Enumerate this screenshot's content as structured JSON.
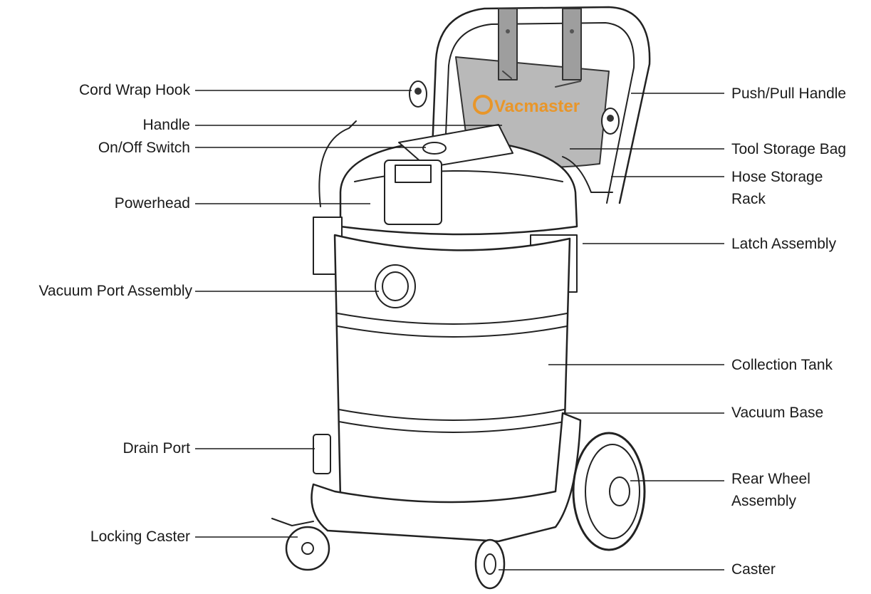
{
  "brand": {
    "logo_text": "Vacmaster",
    "accent_color": "#e8962a"
  },
  "colors": {
    "line": "#1a1a1a",
    "bag_fill": "#b9b9b9",
    "stroke": "#222222"
  },
  "labels_left": [
    {
      "id": "cord-wrap-hook",
      "text": "Cord Wrap Hook"
    },
    {
      "id": "handle",
      "text": "Handle"
    },
    {
      "id": "on-off-switch",
      "text": "On/Off Switch"
    },
    {
      "id": "powerhead",
      "text": "Powerhead"
    },
    {
      "id": "vacuum-port-assembly",
      "text": "Vacuum Port Assembly"
    },
    {
      "id": "drain-port",
      "text": "Drain Port"
    },
    {
      "id": "locking-caster",
      "text": "Locking Caster"
    }
  ],
  "labels_right": [
    {
      "id": "push-pull-handle",
      "lines": [
        "Push/Pull Handle"
      ]
    },
    {
      "id": "tool-storage-bag",
      "lines": [
        "Tool Storage Bag"
      ]
    },
    {
      "id": "hose-storage-rack",
      "lines": [
        "Hose Storage",
        "Rack"
      ]
    },
    {
      "id": "latch-assembly",
      "lines": [
        "Latch Assembly"
      ]
    },
    {
      "id": "collection-tank",
      "lines": [
        "Collection Tank"
      ]
    },
    {
      "id": "vacuum-base",
      "lines": [
        "Vacuum Base"
      ]
    },
    {
      "id": "rear-wheel-assembly",
      "lines": [
        "Rear Wheel",
        "Assembly"
      ]
    },
    {
      "id": "caster",
      "lines": [
        "Caster"
      ]
    }
  ]
}
